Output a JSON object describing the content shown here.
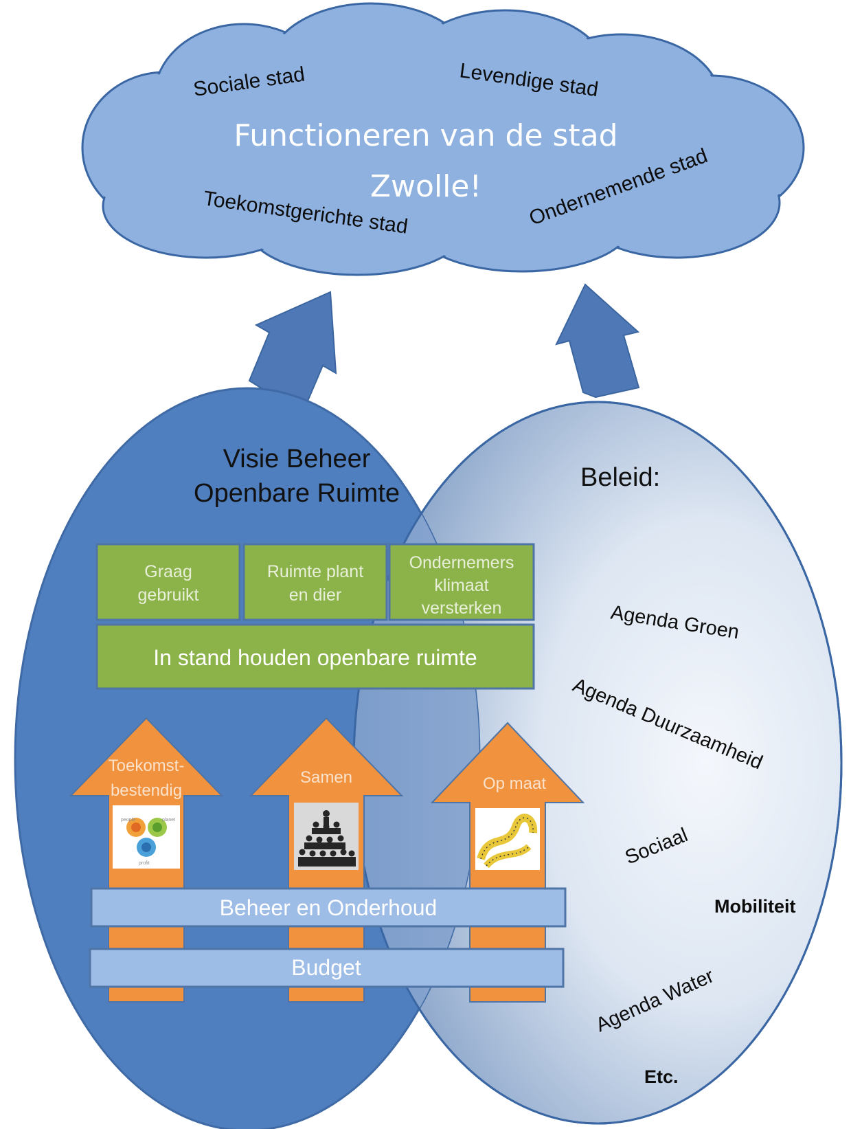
{
  "cloud": {
    "title_line1": "Functioneren van de stad",
    "title_line2": "Zwolle!",
    "aspects": {
      "sociale": "Sociale stad",
      "levendige": "Levendige stad",
      "toekomstgerichte": "Toekomstgerichte stad",
      "ondernemende": "Ondernemende stad"
    }
  },
  "vision": {
    "title_line1": "Visie Beheer",
    "title_line2": "Openbare Ruimte",
    "goals": [
      {
        "lines": [
          "Graag",
          "gebruikt"
        ]
      },
      {
        "lines": [
          "Ruimte plant",
          "en dier"
        ]
      },
      {
        "lines": [
          "Ondernemers",
          "klimaat",
          "versterken"
        ]
      }
    ],
    "foundation": "In stand houden openbare ruimte",
    "principles": [
      {
        "lines": [
          "Toekomst-",
          "bestendig"
        ],
        "icon": "people-planet-profit-icon"
      },
      {
        "lines": [
          "Samen"
        ],
        "icon": "teamwork-pyramid-icon"
      },
      {
        "lines": [
          "Op maat"
        ],
        "icon": "measuring-tape-icon"
      }
    ],
    "bars": {
      "maintenance": "Beheer en Onderhoud",
      "budget": "Budget"
    }
  },
  "policy": {
    "title": "Beleid:",
    "items": {
      "groen": "Agenda Groen",
      "duurzaamheid": "Agenda Duurzaamheid",
      "sociaal": "Sociaal",
      "mobiliteit": "Mobiliteit",
      "water": "Agenda Water",
      "etc": "Etc."
    }
  },
  "colors": {
    "cloud_fill": "#8fb1df",
    "cloud_stroke": "#3a67a4",
    "circle_fill": "#4f7fbf",
    "arrow_blue": "#4e79b6",
    "green": "#8cb34a",
    "orange": "#f0923e",
    "bar_fill": "#9dbce6"
  }
}
